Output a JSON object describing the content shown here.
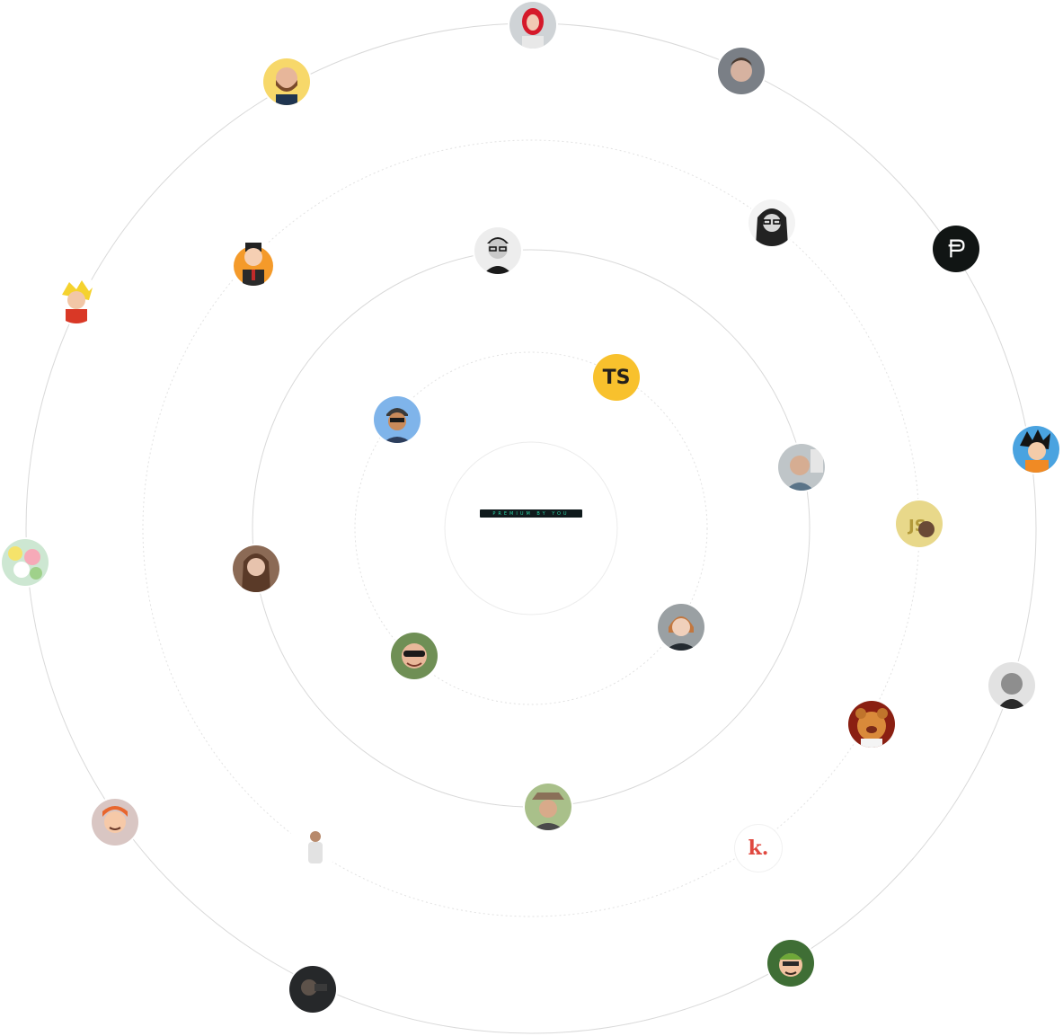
{
  "hero": {
    "center_label": "PREMIUM BY YOU"
  },
  "logos": {
    "typescript_text": "TS",
    "letter_k_text": "k.",
    "typescript_color": "#f8c12d",
    "k_color": "#e0483f",
    "p_bg_color": "#111514"
  },
  "colors": {
    "badge_bg": "#0f1a1c",
    "badge_text": "#2bd3a5",
    "orbit": "#d9d9d9"
  }
}
